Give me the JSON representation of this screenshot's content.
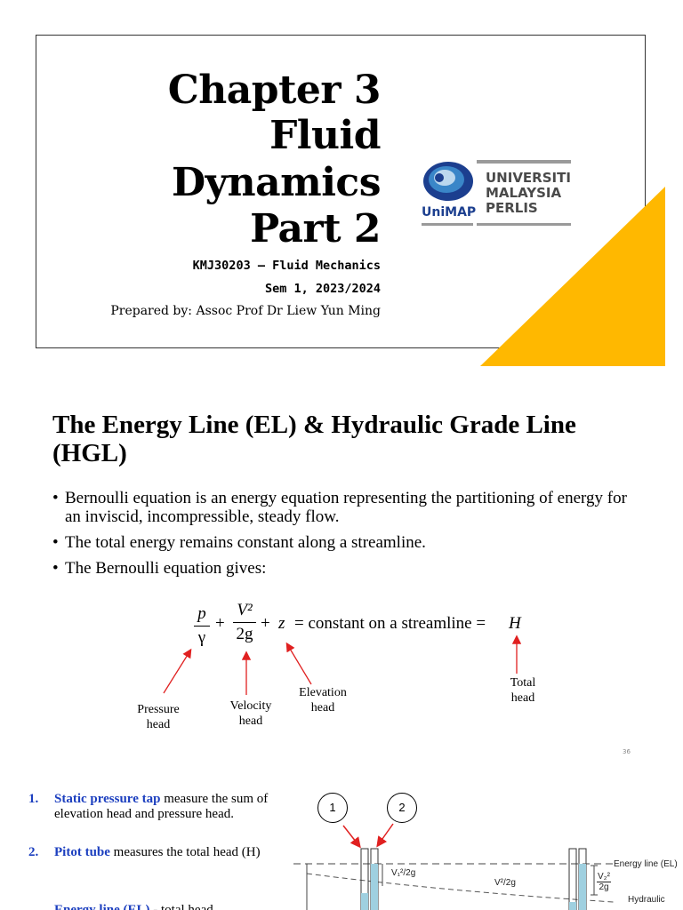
{
  "slide1": {
    "title_lines": [
      "Chapter 3",
      "Fluid",
      "Dynamics",
      "Part 2"
    ],
    "course": "KMJ30203 – Fluid Mechanics",
    "semester": "Sem 1, 2023/2024",
    "prepared_by": "Prepared by: Assoc Prof Dr Liew Yun Ming",
    "logo": {
      "lines": [
        "UNIVERSITI",
        "MALAYSIA",
        "PERLIS"
      ],
      "acronym": "UniMAP"
    },
    "colors": {
      "accent_yellow": "#FFB800",
      "logo_blue": "#1C3F8F"
    }
  },
  "slide2": {
    "heading": "The Energy Line (EL) & Hydraulic Grade Line (HGL)",
    "bullets": [
      "Bernoulli equation is an energy equation representing the partitioning of energy for an inviscid, incompressible, steady flow.",
      "The total energy remains constant along a streamline.",
      "The Bernoulli equation gives:"
    ],
    "equation": {
      "p": "p",
      "gamma": "γ",
      "v2": "V²",
      "two_g": "2g",
      "z": "z",
      "rhs": "= constant on a streamline =",
      "H": "H"
    },
    "labels": {
      "pressure": [
        "Pressure",
        "head"
      ],
      "velocity": [
        "Velocity",
        "head"
      ],
      "elevation": [
        "Elevation",
        "head"
      ],
      "total": [
        "Total",
        "head"
      ]
    },
    "slide_number": "36"
  },
  "slide3": {
    "items": [
      {
        "num": "1.",
        "highlight": "Static pressure tap",
        "rest": " measure the sum of elevation head and pressure head."
      },
      {
        "num": "2.",
        "highlight": "Pitot tube",
        "rest": " measures the total head (H)"
      },
      {
        "num": "",
        "highlight": "Energy line (EL)",
        "rest": " - total head..."
      }
    ],
    "diagram": {
      "circle1": "1",
      "circle2": "2",
      "v1_label": "V₁²/2g",
      "v_label": "V²/2g",
      "v2_num": "V₂²",
      "v2_den": "2g",
      "energy_line": "Energy line (EL)",
      "hydraulic": "Hydraulic"
    }
  }
}
